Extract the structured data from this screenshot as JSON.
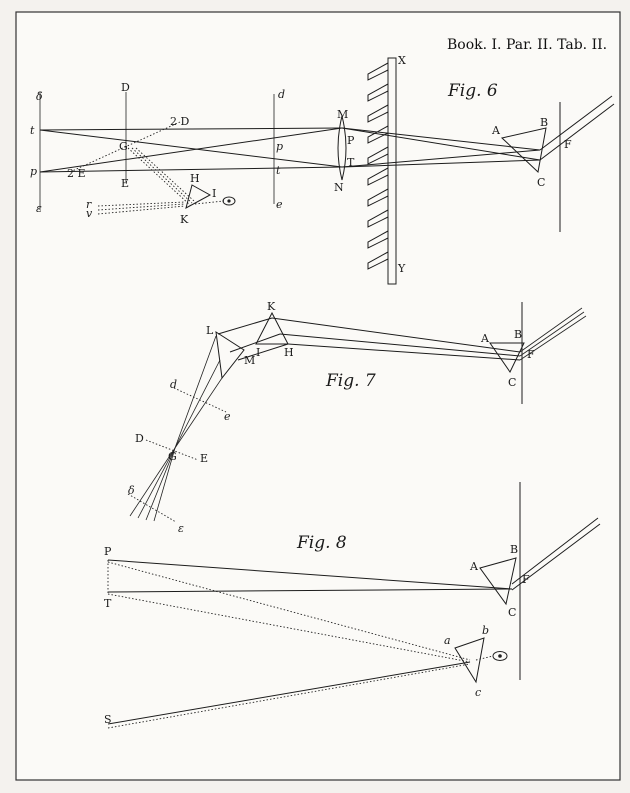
{
  "header": "Book. I. Par. II. Tab. II.",
  "figures": {
    "fig6": "Fig. 6",
    "fig7": "Fig. 7",
    "fig8": "Fig. 8"
  },
  "fig6_labels": {
    "delta": "δ",
    "t": "t",
    "p": "p",
    "epsilon": "ε",
    "D": "D",
    "twoD": "2 D",
    "G": "G",
    "twoE": "2 E",
    "E": "E",
    "d": "d",
    "p2": "p",
    "t2": "t",
    "e": "e",
    "H": "H",
    "I": "I",
    "K": "K",
    "r": "r",
    "v": "v",
    "M": "M",
    "P": "P",
    "T": "T",
    "N": "N",
    "X": "X",
    "Y": "Y",
    "A": "A",
    "B": "B",
    "C": "C",
    "F": "F"
  },
  "fig7_labels": {
    "K": "K",
    "L": "L",
    "I": "I",
    "H": "H",
    "M": "M",
    "A": "A",
    "B": "B",
    "C": "C",
    "F": "F",
    "d": "d",
    "e": "e",
    "D": "D",
    "G": "G",
    "E": "E",
    "delta": "δ",
    "epsilon": "ε"
  },
  "fig8_labels": {
    "P": "P",
    "T": "T",
    "S": "S",
    "A": "A",
    "B": "B",
    "C": "C",
    "F": "F",
    "a": "a",
    "b": "b",
    "c": "c"
  }
}
